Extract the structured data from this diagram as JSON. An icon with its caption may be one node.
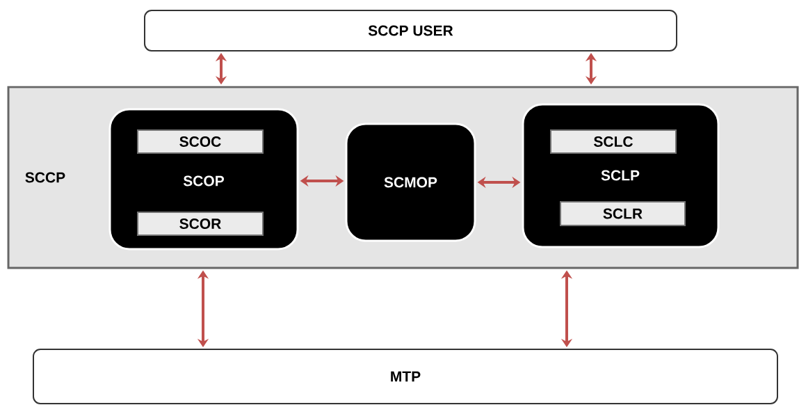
{
  "diagram": {
    "nodes": [
      {
        "text": [
          "SCCP USER"
        ]
      },
      {
        "text": [
          "SCCP"
        ]
      },
      {
        "text": [
          "SCOP"
        ],
        "in": 1
      },
      {
        "text": [
          "SCOC"
        ],
        "in": 2
      },
      {
        "text": [
          "SCOR"
        ],
        "in": 2
      },
      {
        "text": [
          "SCMOP"
        ],
        "in": 1
      },
      {
        "text": [
          "SCLP"
        ],
        "in": 1
      },
      {
        "text": [
          "SCLC"
        ],
        "in": 6
      },
      {
        "text": [
          "SCLR"
        ],
        "in": 6
      },
      {
        "text": [
          "MTP"
        ]
      }
    ],
    "edges": [
      {
        "from": 0,
        "to": 1,
        "arrow": "both"
      },
      {
        "from": 0,
        "to": 1,
        "arrow": "both"
      },
      {
        "from": 2,
        "to": 5,
        "arrow": "both"
      },
      {
        "from": 5,
        "to": 6,
        "arrow": "both"
      },
      {
        "from": 1,
        "to": 9,
        "arrow": "both"
      },
      {
        "from": 1,
        "to": 9,
        "arrow": "both"
      }
    ]
  }
}
